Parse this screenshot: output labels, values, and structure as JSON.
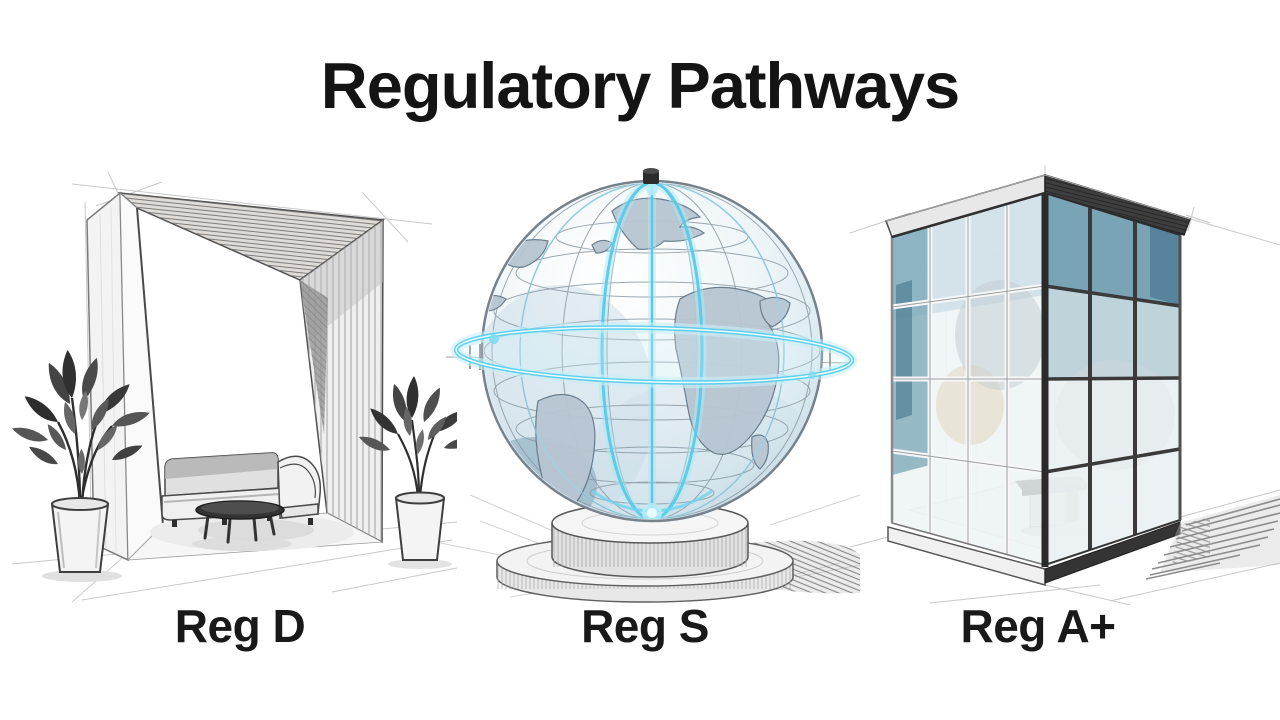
{
  "title": "Regulatory Pathways",
  "pathways": [
    {
      "id": "reg-d",
      "label": "Reg D",
      "illustration": "private-lounge-alcove-sketch"
    },
    {
      "id": "reg-s",
      "label": "Reg S",
      "illustration": "glass-globe-on-pedestal-sketch"
    },
    {
      "id": "reg-a-plus",
      "label": "Reg A+",
      "illustration": "glass-room-structure-sketch"
    }
  ],
  "style": {
    "background": "#ffffff",
    "text_color": "#141414",
    "pencil_gray": "#5a5a5a",
    "glow_cyan": "#57cdec",
    "glow_cyan_light": "#c9eff9",
    "watercolor_blue": "#a3c0cc",
    "watercolor_teal": "#6596ab"
  }
}
